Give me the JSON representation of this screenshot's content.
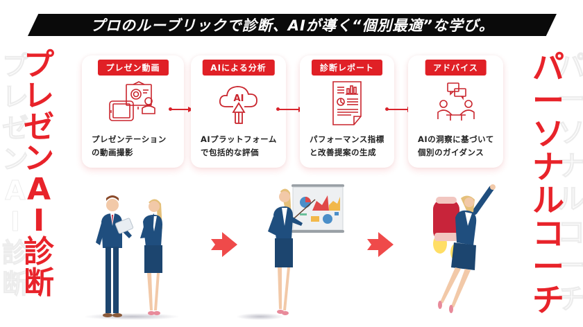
{
  "banner": {
    "headline": "プロのルーブリックで診断、AIが導く“個別最適”な学び。"
  },
  "left_title": {
    "text": "プレゼンAI診断",
    "chars": [
      "プ",
      "レ",
      "ゼ",
      "ン",
      "A",
      "I",
      "診",
      "断"
    ]
  },
  "right_title": {
    "text": "パーソナルコーチ",
    "chars": [
      "パ",
      "ー",
      "ソ",
      "ナ",
      "ル",
      "コ",
      "ー",
      "チ"
    ]
  },
  "steps": [
    {
      "label": "プレゼン動画",
      "icon": "video-presentation-icon",
      "desc_line1": "プレゼンテーション",
      "desc_line2": "の動画撮影"
    },
    {
      "label": "AIによる分析",
      "icon": "ai-cloud-upload-icon",
      "icon_text": "AI",
      "desc_line1": "AIプラットフォーム",
      "desc_line2": "で包括的な評価"
    },
    {
      "label": "診断レポート",
      "icon": "report-document-icon",
      "desc_line1": "パフォーマンス指標",
      "desc_line2": "と改善提案の生成"
    },
    {
      "label": "アドバイス",
      "icon": "meeting-chat-icon",
      "desc_line1": "AIの洞察に基づいて",
      "desc_line2": "個別のガイダンス"
    }
  ],
  "illustrations": [
    {
      "name": "business-pair-illustration",
      "desc": "man with tablet and thinking woman"
    },
    {
      "name": "presenter-illustration",
      "desc": "woman presenting a chart board"
    },
    {
      "name": "rocket-woman-illustration",
      "desc": "woman flying with a rocket jetpack"
    }
  ],
  "colors": {
    "accent_red": "#e8232a",
    "label_red": "#e02026",
    "banner_black": "#0a0a0a",
    "suit_navy": "#1f4e7e"
  }
}
